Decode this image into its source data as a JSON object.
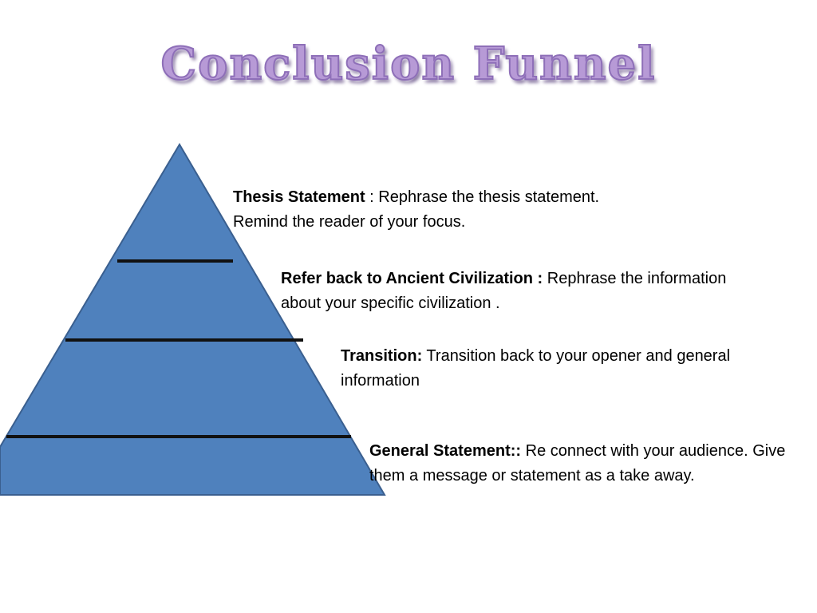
{
  "title": "Conclusion Funnel",
  "colors": {
    "funnel_fill": "#4f81bd",
    "funnel_stroke": "#3a5f8f",
    "divider": "#111111",
    "title_fill": "#b79ad6"
  },
  "sections": [
    {
      "label": "Thesis Statement",
      "text_line1": " : Rephrase the thesis statement.",
      "text_line2": "Remind the reader of your focus."
    },
    {
      "label": "Refer back to Ancient Civilization :",
      "text": " Rephrase the information about your specific civilization ."
    },
    {
      "label": "Transition:",
      "text": " Transition back to your opener and general information"
    },
    {
      "label": "General Statement::",
      "text": " Re connect with your audience. Give them a message or statement as a take away."
    }
  ]
}
